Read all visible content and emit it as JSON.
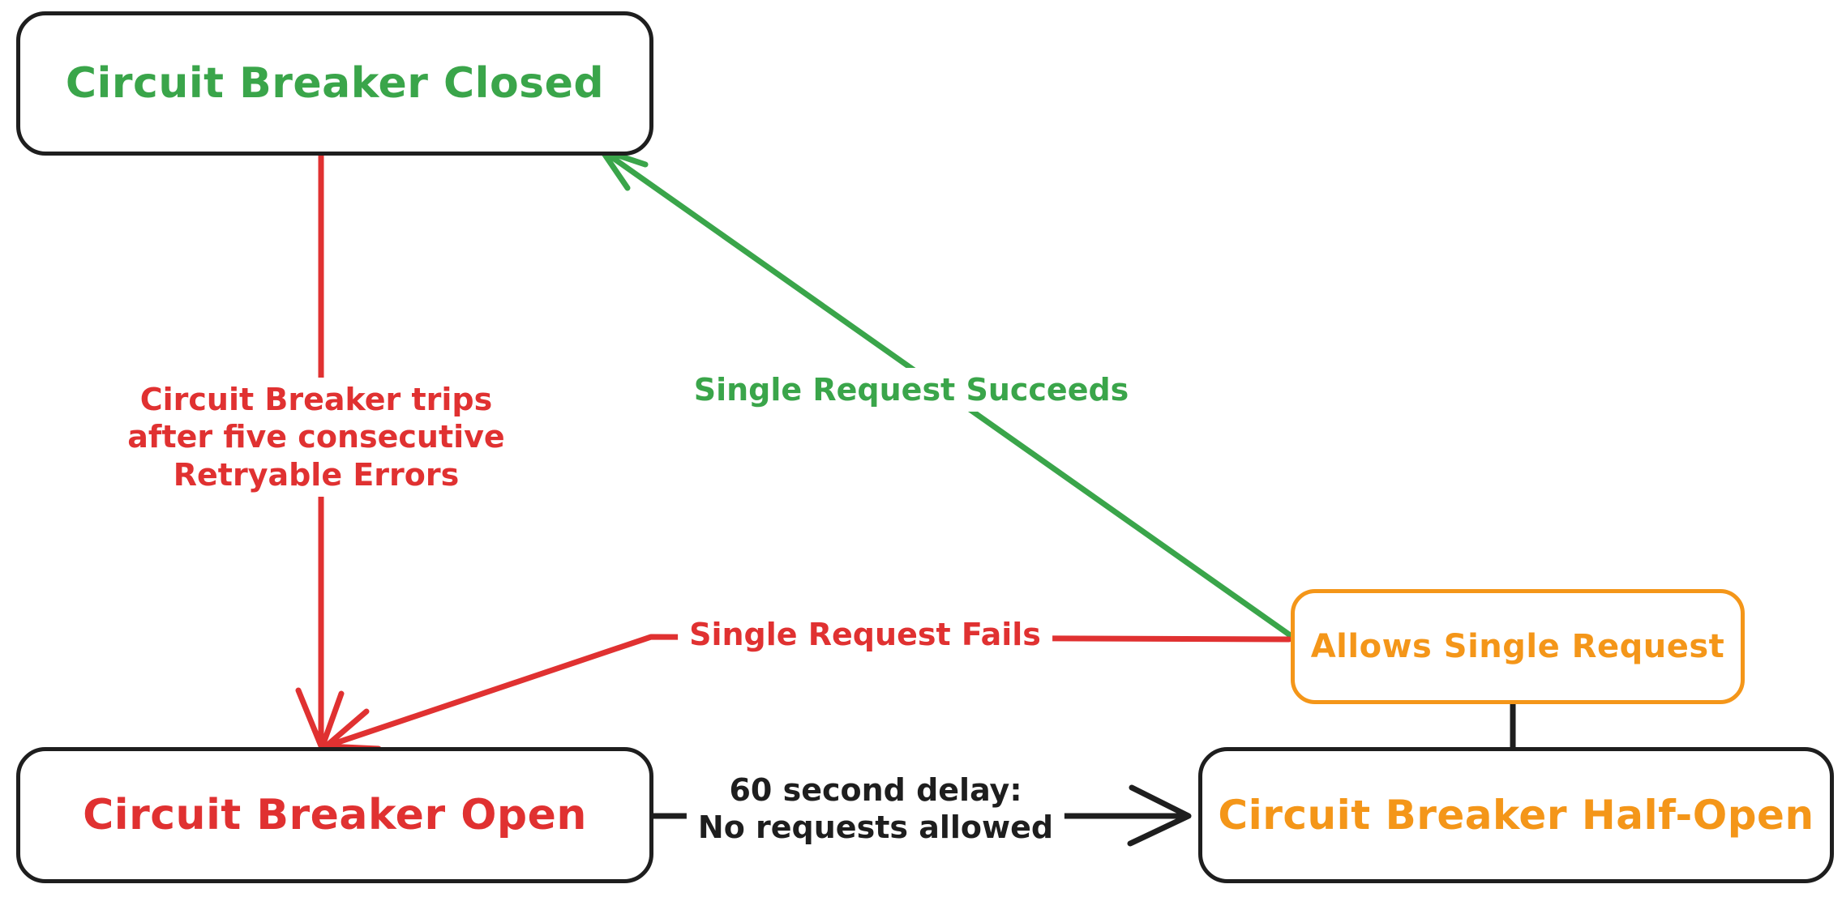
{
  "diagram": {
    "type": "state-diagram",
    "subject": "Circuit Breaker pattern states",
    "colors": {
      "background": "#ffffff",
      "ink": "#1e1e1e",
      "green": "#3aa54a",
      "red": "#e03131",
      "orange": "#f49619"
    },
    "nodes": {
      "closed": {
        "label": "Circuit Breaker Closed",
        "text_color": "green",
        "border_color": "ink"
      },
      "open": {
        "label": "Circuit Breaker Open",
        "text_color": "red",
        "border_color": "ink"
      },
      "half_open": {
        "label": "Circuit Breaker Half-Open",
        "text_color": "orange",
        "border_color": "ink"
      },
      "allows": {
        "label": "Allows Single Request",
        "text_color": "orange",
        "border_color": "orange"
      }
    },
    "edges": {
      "trips": {
        "label": "Circuit Breaker trips\nafter five consecutive\nRetryable Errors",
        "from": "closed",
        "to": "open",
        "color": "red",
        "arrowhead": true
      },
      "succeeds": {
        "label": "Single Request Succeeds",
        "from": "allows",
        "to": "closed",
        "color": "green",
        "arrowhead": true
      },
      "fails": {
        "label": "Single Request Fails",
        "from": "allows",
        "to": "open",
        "color": "red",
        "arrowhead": true
      },
      "delay": {
        "label": "60 second delay:\nNo requests allowed",
        "from": "open",
        "to": "half_open",
        "color": "ink",
        "arrowhead": true
      },
      "allows_link": {
        "label": "",
        "from": "allows",
        "to": "half_open",
        "color": "ink",
        "arrowhead": false
      }
    }
  }
}
